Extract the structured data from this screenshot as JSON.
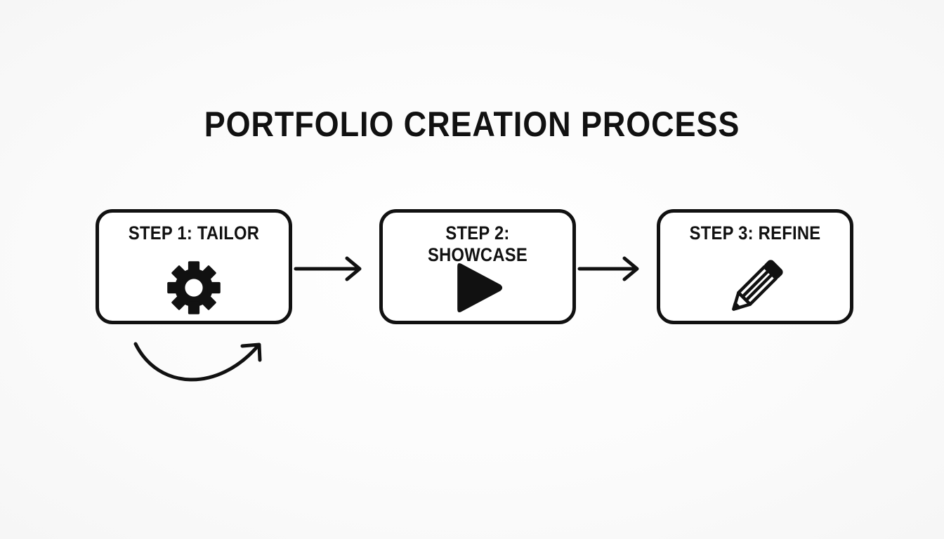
{
  "title": "PORTFOLIO CREATION PROCESS",
  "steps": [
    {
      "label": "STEP 1: TAILOR",
      "icon": "gear-icon"
    },
    {
      "label": "STEP 2: SHOWCASE",
      "icon": "play-icon"
    },
    {
      "label": "STEP 3: REFINE",
      "icon": "pencil-icon"
    }
  ],
  "colors": {
    "ink": "#111111",
    "background": "#ffffff"
  }
}
